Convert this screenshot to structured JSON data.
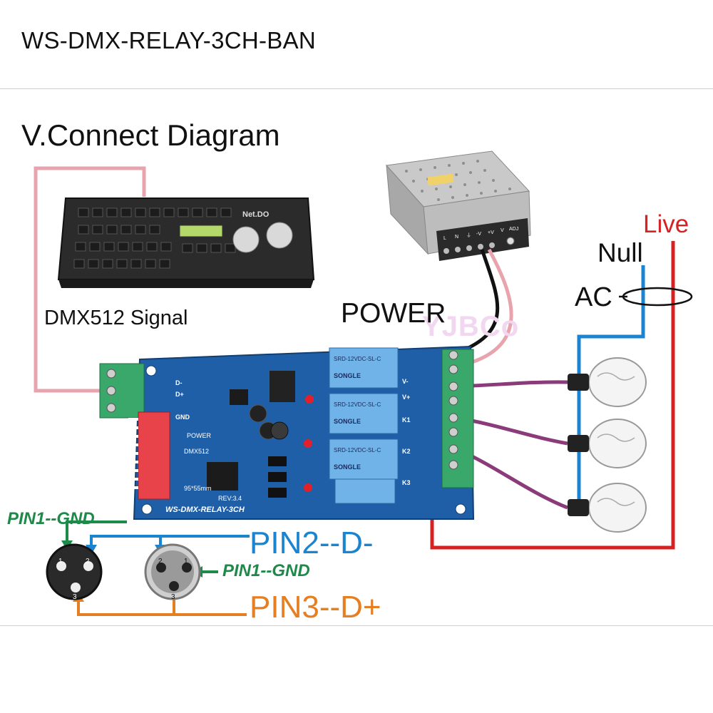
{
  "product_title": "WS-DMX-RELAY-3CH-BAN",
  "diagram_title": "V.Connect Diagram",
  "labels": {
    "dmx_signal": "DMX512 Signal",
    "power": "POWER",
    "null": "Null",
    "live": "Live",
    "ac": "AC",
    "pin1_gnd_left": "PIN1--GND",
    "pin1_gnd_right": "PIN1--GND",
    "pin2": "PIN2--D-",
    "pin3": "PIN3--D+",
    "watermark": "YJBCo"
  },
  "console": {
    "brand": "Net.DO"
  },
  "board": {
    "model": "WS-DMX-RELAY-3CH",
    "size": "95*55mm",
    "rev": "REV:3.4",
    "led_power": "POWER",
    "led_dmx": "DMX512",
    "relay_text": "SRD-12VDC-SL-C",
    "relay_brand": "SONGLE",
    "terminal_left": [
      "D-",
      "D+",
      "GND"
    ],
    "terminal_right": [
      "V-",
      "V+",
      "K1",
      "K2",
      "K3"
    ]
  },
  "psu": {
    "terminals": [
      "L",
      "N",
      "⏚",
      "-V",
      "+V",
      "V",
      "ADJ"
    ]
  },
  "connectors": {
    "xlr_male_pins": [
      "1",
      "2",
      "3"
    ],
    "xlr_female_pins": [
      "2",
      "1",
      "3"
    ]
  },
  "colors": {
    "dmx_wire": "#e8a3ad",
    "null_wire": "#1b84d0",
    "live_wire": "#d62222",
    "relay_wire": "#8b3a7a",
    "pin1_wire": "#1e8a4a",
    "pin2_wire": "#1b84d0",
    "pin3_wire": "#e67e22",
    "board": "#1f5fa8",
    "terminal": "#3aa86a"
  }
}
